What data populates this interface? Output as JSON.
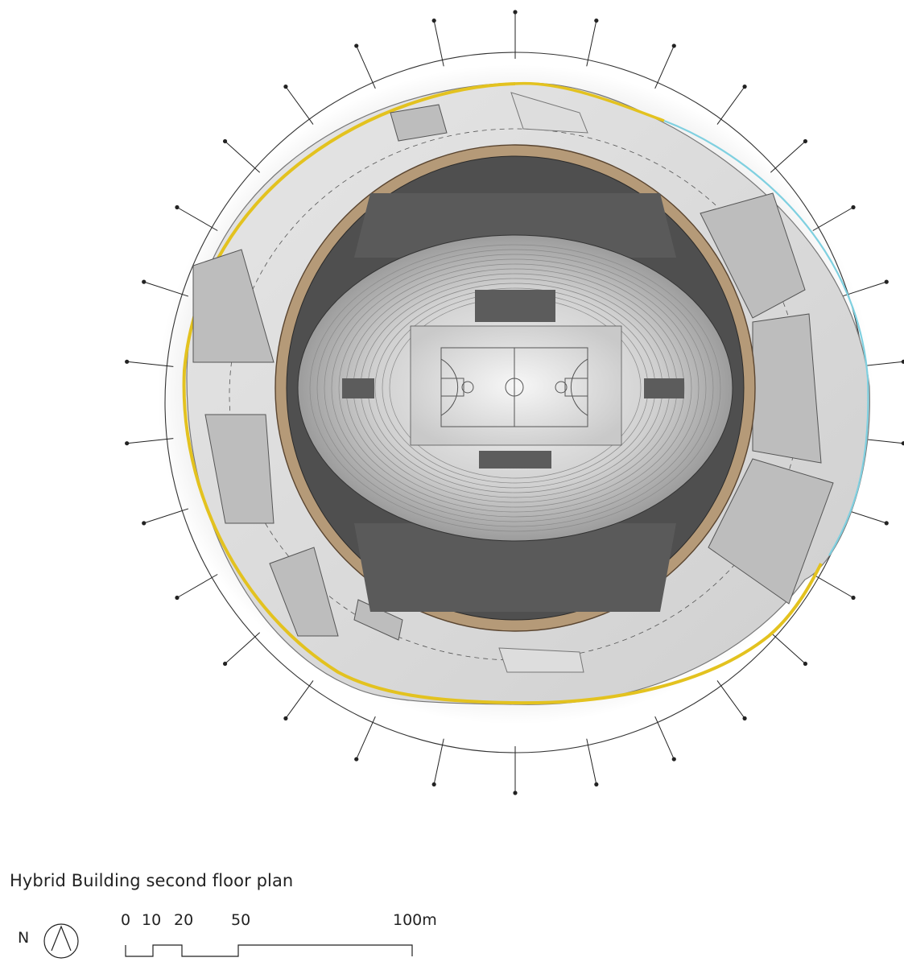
{
  "drawing": {
    "title": "Hybrid Building second floor plan",
    "north_label": "N",
    "scale_labels": [
      "0",
      "10",
      "20",
      "50",
      "100m"
    ],
    "colors": {
      "facade_band": "#e3c21f",
      "timber_ring": "#b59a78",
      "glass_edge": "#7fd0e0",
      "concourse": "#d9d9d9",
      "court": "#e8e8e8",
      "core_dark": "#4a4a4a"
    },
    "column_count": 30,
    "features": [
      "structural-column-ring",
      "facade-band",
      "concourse",
      "timber-ring",
      "seating-bowl",
      "basketball-court"
    ]
  }
}
